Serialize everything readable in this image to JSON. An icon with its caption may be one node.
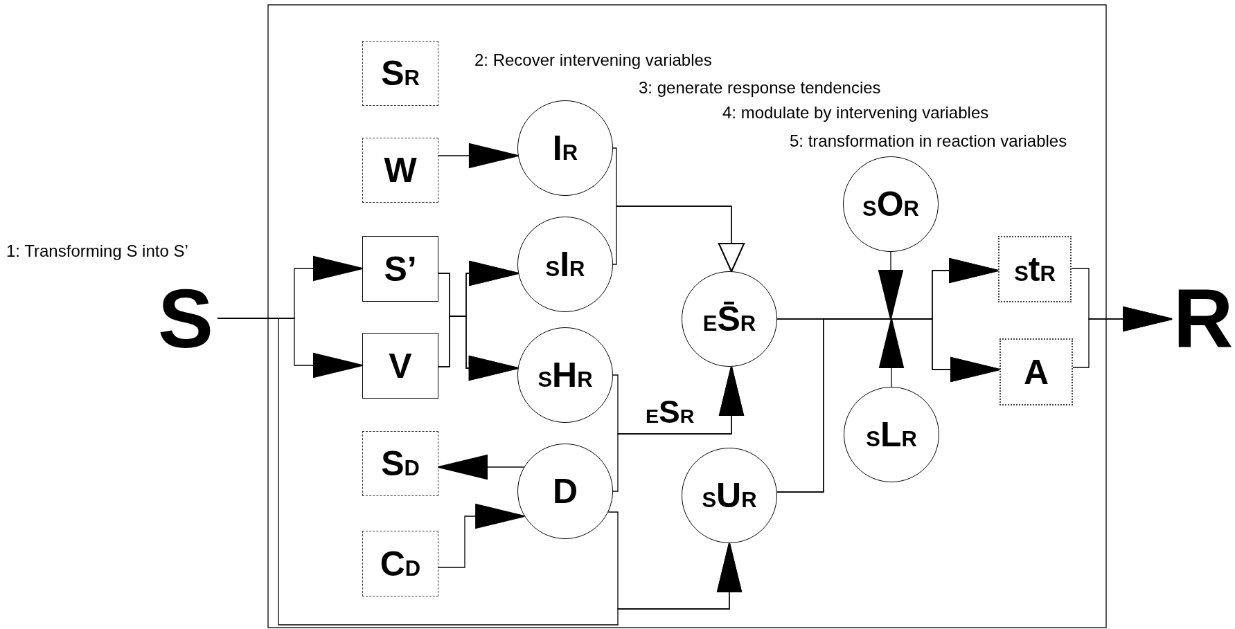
{
  "diagram": {
    "nodes": [
      {
        "text": [
          "S"
        ]
      },
      {
        "text": [
          "S$_{R}$"
        ]
      },
      {
        "text": [
          "W"
        ]
      },
      {
        "text": [
          "S’"
        ]
      },
      {
        "text": [
          "V"
        ]
      },
      {
        "text": [
          "S$_{D}$"
        ]
      },
      {
        "text": [
          "C$_{D}$"
        ]
      },
      {
        "text": [
          "I$_{R}$"
        ]
      },
      {
        "text": [
          "$_{S}$I$_{R}$"
        ]
      },
      {
        "text": [
          "$_{S}$H$_{R}$"
        ]
      },
      {
        "text": [
          "D"
        ]
      },
      {
        "text": [
          "$_{E}$S̄$_{R}$"
        ]
      },
      {
        "text": [
          "$_{S}$U$_{R}$"
        ]
      },
      {
        "text": [
          "$_{S}$O$_{R}$"
        ]
      },
      {
        "text": [
          "$_{S}$L$_{R}$"
        ]
      },
      {
        "text": [
          "$_{S}$t$_{R}$"
        ]
      },
      {
        "text": [
          "A"
        ]
      },
      {
        "text": [
          "R"
        ]
      }
    ],
    "edges": [
      {
        "from": 0,
        "to": 3,
        "arrow": "to"
      },
      {
        "from": 0,
        "to": 4,
        "arrow": "to"
      },
      {
        "from": 0,
        "to": 12,
        "arrow": "to"
      },
      {
        "from": 2,
        "to": 7,
        "arrow": "to"
      },
      {
        "from": 3,
        "to": 8,
        "arrow": "to"
      },
      {
        "from": 3,
        "to": 9,
        "arrow": "to"
      },
      {
        "from": 4,
        "to": 8,
        "arrow": "to"
      },
      {
        "from": 4,
        "to": 9,
        "arrow": "to"
      },
      {
        "from": 7,
        "to": 11,
        "arrow": "to"
      },
      {
        "from": 8,
        "to": 11,
        "arrow": "to"
      },
      {
        "from": 9,
        "to": 11,
        "arrow": "to",
        "label": "$_{E}$S$_{R}$"
      },
      {
        "from": 10,
        "to": 11,
        "arrow": "to"
      },
      {
        "from": 10,
        "to": 5,
        "arrow": "to"
      },
      {
        "from": 6,
        "to": 10,
        "arrow": "to"
      },
      {
        "from": 10,
        "to": 12,
        "arrow": "to"
      },
      {
        "from": 11,
        "to": 15,
        "arrow": "to"
      },
      {
        "from": 11,
        "to": 16,
        "arrow": "to"
      },
      {
        "from": 12,
        "to": 15,
        "arrow": "to"
      },
      {
        "from": 12,
        "to": 16,
        "arrow": "to"
      },
      {
        "from": 13,
        "to": null,
        "arrow": "to"
      },
      {
        "from": 14,
        "to": null,
        "arrow": "to"
      },
      {
        "from": 15,
        "to": 17,
        "arrow": "to"
      },
      {
        "from": 16,
        "to": 17,
        "arrow": "to"
      }
    ],
    "labels": [
      "1: Transforming S into S’",
      "2: Recover intervening variables",
      "3: generate response tendencies",
      "4: modulate by intervening variables",
      "5: transformation in reaction variables"
    ]
  }
}
